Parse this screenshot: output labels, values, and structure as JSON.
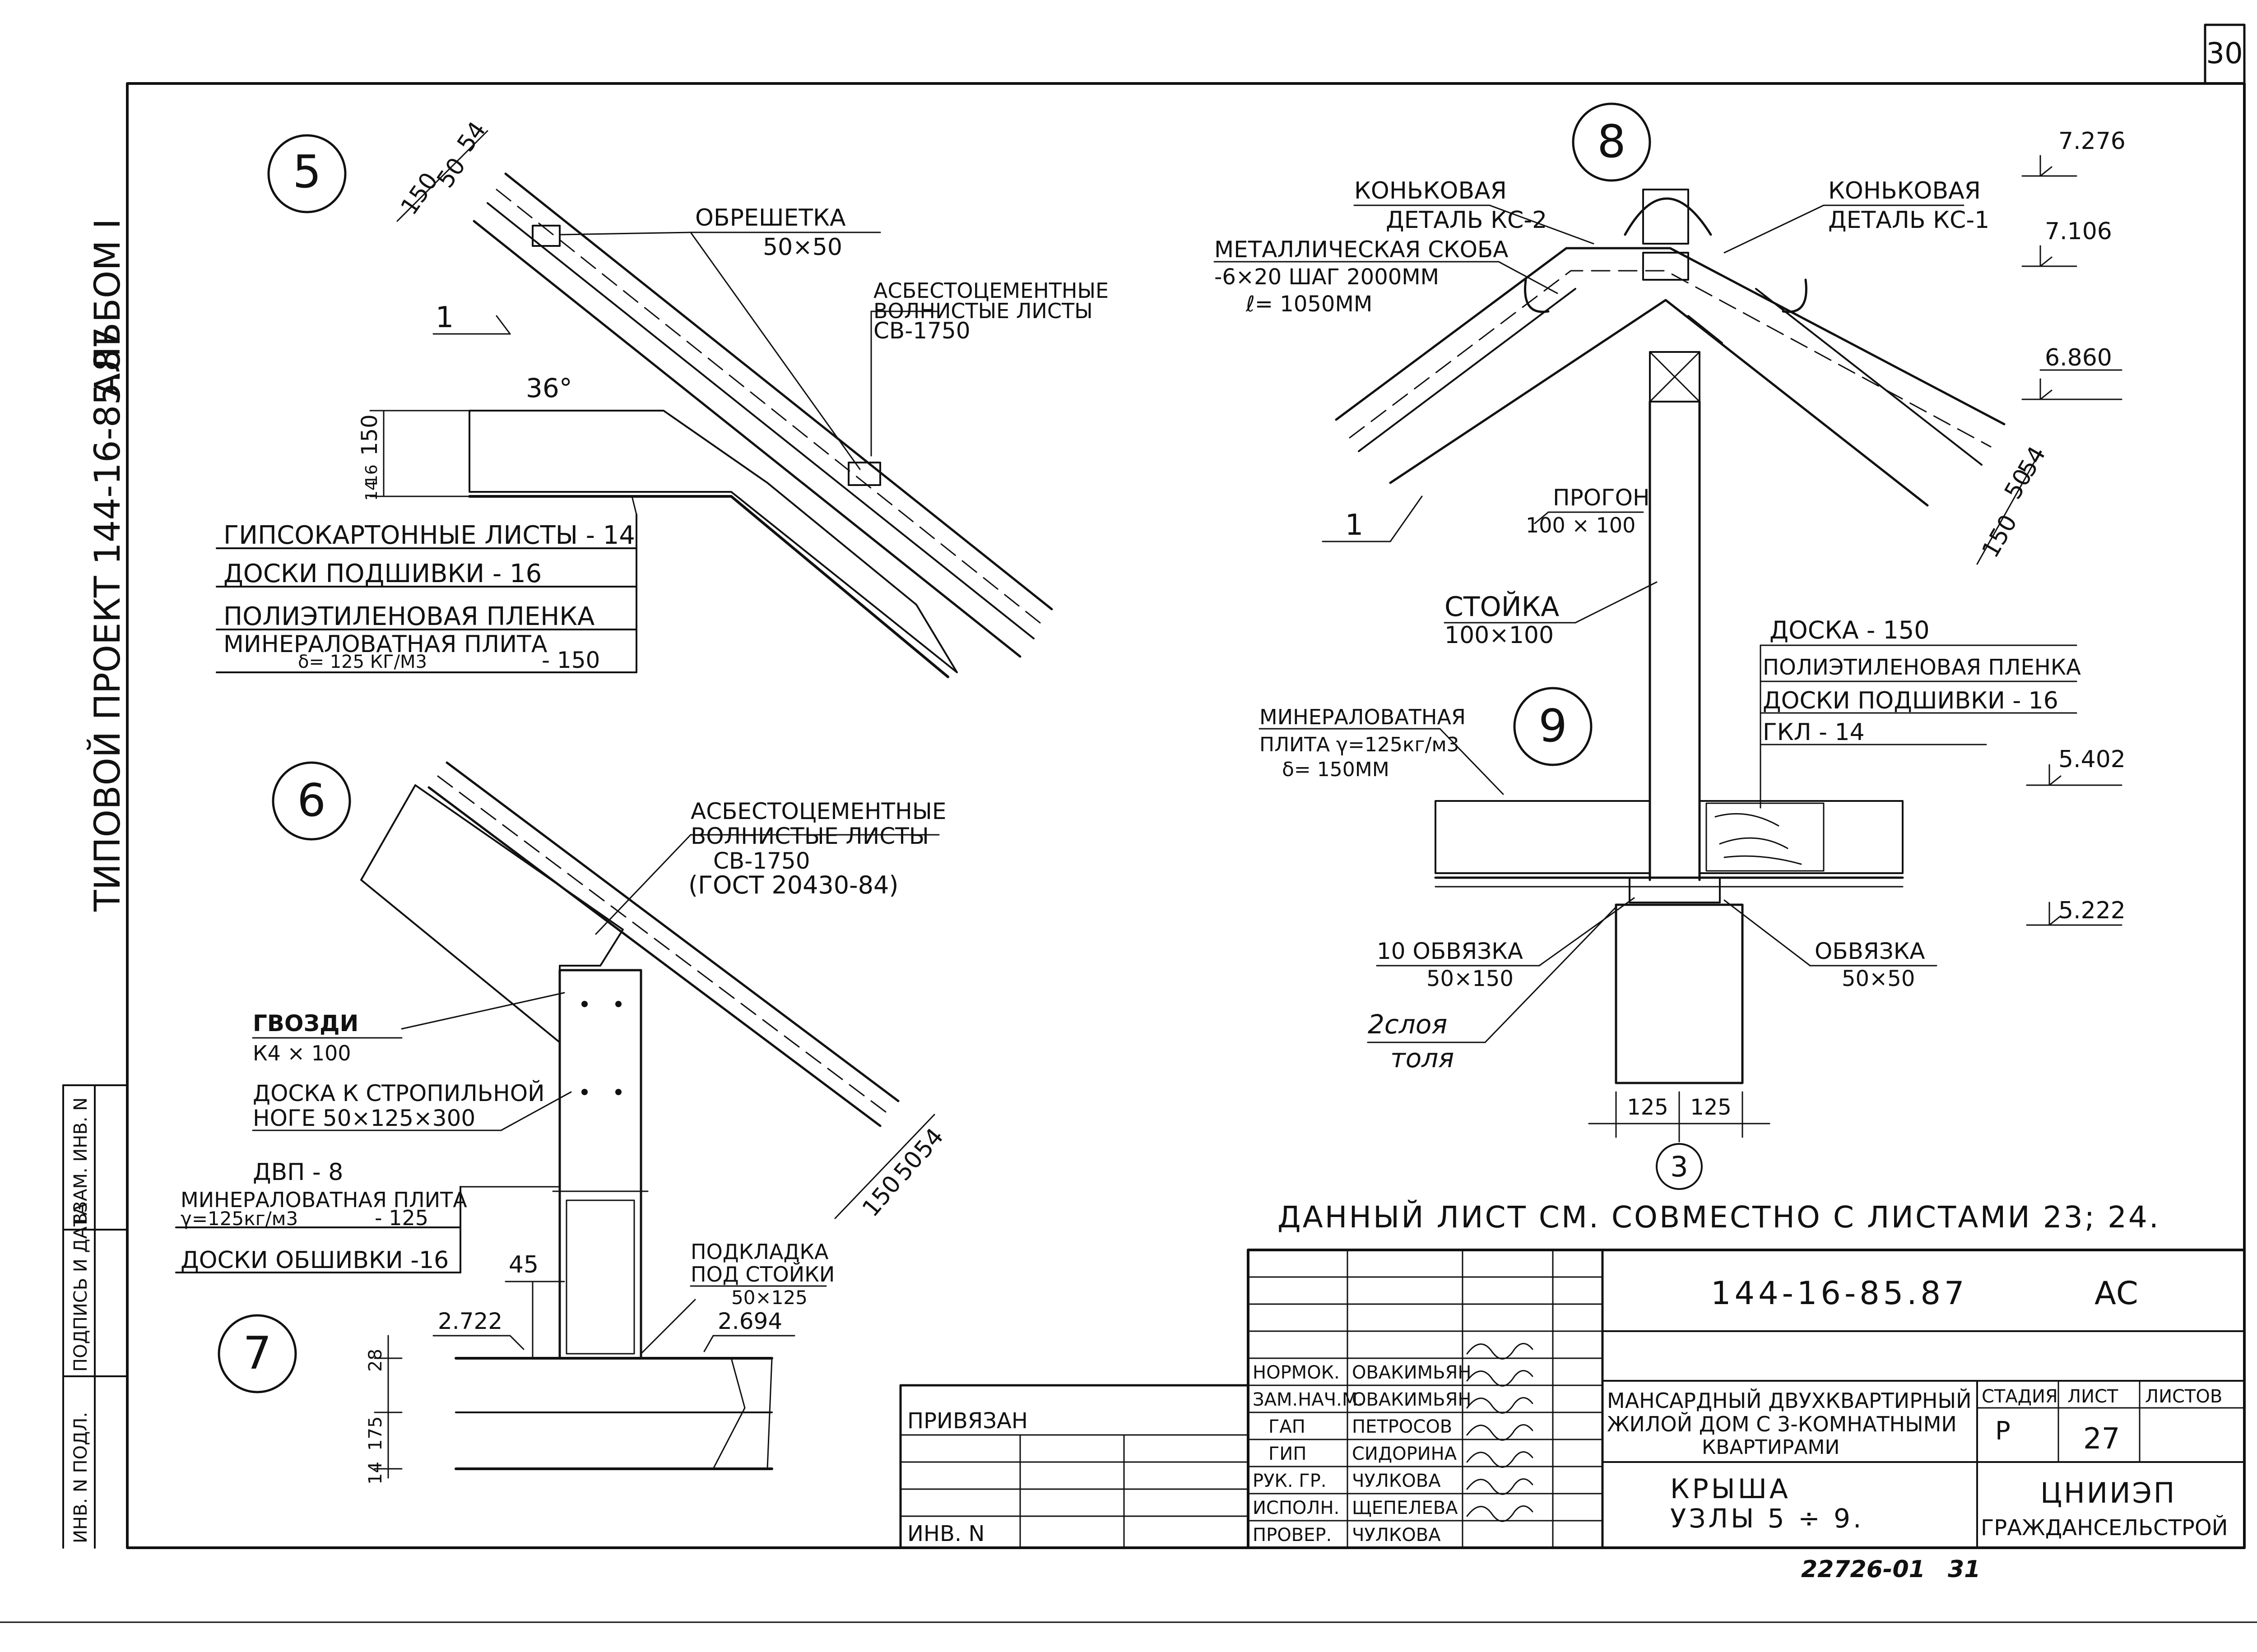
{
  "sheet": {
    "page_number": "30",
    "album_label": "АЛЬБОМ I",
    "project_label": "ТИПОВОЙ ПРОЕКТ 144-16-85.87",
    "side_stamp": [
      "ИНВ. N ПОДЛ.",
      "ПОДПИСЬ И ДАТА",
      "ВЗАМ. ИНВ. N"
    ],
    "note": "ДАННЫЙ ЛИСТ СМ. СОВМЕСТНО С ЛИСТАМИ 23; 24."
  },
  "node5": {
    "marker": "5",
    "dims": [
      "150",
      "50",
      "54"
    ],
    "axis": "1",
    "angle": "36°",
    "left_dims": [
      "150",
      "16",
      "14"
    ],
    "batten_title": "ОБРЕШЕТКА",
    "batten_size": "50×50",
    "sheets_line1": "АСБЕСТОЦЕМЕНТНЫЕ",
    "sheets_line2": "ВОЛНИСТЫЕ ЛИСТЫ",
    "sheets_code": "СВ-1750",
    "layers": [
      "ГИПСОКАРТОННЫЕ ЛИСТЫ - 14",
      "ДОСКИ ПОДШИВКИ - 16",
      "ПОЛИЭТИЛЕНОВАЯ ПЛЕНКА",
      "МИНЕРАЛОВАТНАЯ ПЛИТА"
    ],
    "layer_density": "δ= 125 КГ/М3",
    "layer_thick": "- 150"
  },
  "node6": {
    "marker": "6",
    "sheets_line1": "АСБЕСТОЦЕМЕНТНЫЕ",
    "sheets_line2": "ВОЛНИСТЫЕ ЛИСТЫ",
    "sheets_code": "СВ-1750",
    "sheets_gost": "(ГОСТ 20430-84)",
    "nails_title": "ГВОЗДИ",
    "nails_size": "К4 × 100",
    "board_line1": "ДОСКА К СТРОПИЛЬНОЙ",
    "board_line2": "НОГЕ 50×125×300",
    "dims": [
      "150",
      "50",
      "54"
    ],
    "layers_title": "ДВП - 8",
    "layers": [
      "МИНЕРАЛОВАТНАЯ ПЛИТА",
      "ДОСКИ ОБШИВКИ -16"
    ],
    "layer_density": "γ=125кг/м3",
    "layer_thick": "- 125"
  },
  "node7": {
    "marker": "7",
    "dim45": "45",
    "level_left": "2.722",
    "level_right": "2.694",
    "pad_line1": "ПОДКЛАДКА",
    "pad_line2": "ПОД СТОЙКИ",
    "pad_size": "50×125",
    "vdims": [
      "28",
      "175",
      "14"
    ]
  },
  "node8": {
    "marker": "8",
    "ridge2_line1": "КОНЬКОВАЯ",
    "ridge2_line2": "ДЕТАЛЬ КС-2",
    "ridge1_line1": "КОНЬКОВАЯ",
    "ridge1_line2": "ДЕТАЛЬ КС-1",
    "clip_line1": "МЕТАЛЛИЧЕСКАЯ СКОБА",
    "clip_line2": "-6×20 ШАГ 2000ММ",
    "clip_line3": "ℓ= 1050ММ",
    "purlin_title": "ПРОГОН",
    "purlin_size": "100 × 100",
    "axis": "1",
    "dims": [
      "150",
      "50",
      "54"
    ],
    "post_title": "СТОЙКА",
    "post_size": "100×100",
    "levels": [
      "7.276",
      "7.106",
      "6.860"
    ]
  },
  "node9": {
    "marker": "9",
    "wool_line1": "МИНЕРАЛОВАТНАЯ",
    "wool_line2": "ПЛИТА γ=125кг/м3",
    "wool_line3": "δ= 150ММ",
    "layers": [
      "ДОСКА - 150",
      "ПОЛИЭТИЛЕНОВАЯ ПЛЕНКА",
      "ДОСКИ ПОДШИВКИ - 16",
      "ГКЛ - 14"
    ],
    "plate_left_title": "10 ОБВЯЗКА",
    "plate_left_size": "50×150",
    "plate_right_title": "ОБВЯЗКА",
    "plate_right_size": "50×50",
    "felt_line1": "2слоя",
    "felt_line2": "толя",
    "half_dims": [
      "125",
      "125"
    ],
    "axis": "3",
    "levels": [
      "5.402",
      "5.222"
    ]
  },
  "titleblock": {
    "code": "144-16-85.87",
    "stage_code": "АС",
    "bound_label": "ПРИВЯЗАН",
    "inv_label": "ИНВ. N",
    "roles": [
      "НОРМОК.",
      "ЗАМ.НАЧ.М.",
      "ГАП",
      "ГИП",
      "РУК. ГР.",
      "ИСПОЛН.",
      "ПРОВЕР."
    ],
    "names": [
      "ОВАКИМЬЯН",
      "ОВАКИМЬЯН",
      "ПЕТРОСОВ",
      "СИДОРИНА",
      "ЧУЛКОВА",
      "ЩЕПЕЛЕВА",
      "ЧУЛКОВА"
    ],
    "project_line1": "МАНСАРДНЫЙ ДВУХКВАРТИРНЫЙ",
    "project_line2": "ЖИЛОЙ ДОМ С 3-КОМНАТНЫМИ",
    "project_line3": "КВАРТИРАМИ",
    "sheet_line1": "КРЫША",
    "sheet_line2": "УЗЛЫ 5 ÷ 9.",
    "stage_header": "СТАДИЯ",
    "sheet_header": "ЛИСТ",
    "sheets_header": "ЛИСТОВ",
    "stage_value": "Р",
    "sheet_value": "27",
    "org_line1": "ЦНИИЭП",
    "org_line2": "ГРАЖДАНСЕЛЬСТРОЙ",
    "archive_code": "22726-01",
    "archive_sheet": "31"
  }
}
